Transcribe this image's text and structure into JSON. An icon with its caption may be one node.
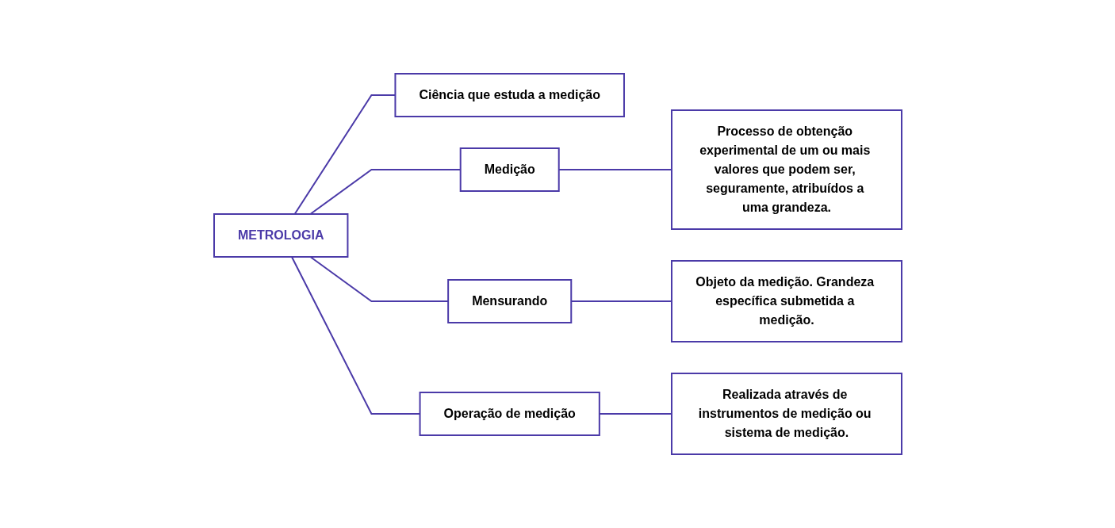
{
  "diagram": {
    "nodes": [
      {
        "text": [
          "METROLOGIA"
        ]
      },
      {
        "text": [
          "Ciência que estuda a medição"
        ]
      },
      {
        "text": [
          "Medição"
        ]
      },
      {
        "text": [
          "Mensurando"
        ]
      },
      {
        "text": [
          "Operação de medição"
        ]
      },
      {
        "text": [
          "Processo de obtenção experimental de um ou mais valores que podem ser, seguramente, atribuídos a uma grandeza."
        ]
      },
      {
        "text": [
          "Objeto da medição. Grandeza específica submetida a medição."
        ]
      },
      {
        "text": [
          "Realizada através de instrumentos de medição ou sistema de medição."
        ]
      }
    ],
    "edges": [
      {
        "from": 0,
        "to": 1,
        "arrow": "none"
      },
      {
        "from": 0,
        "to": 2,
        "arrow": "none"
      },
      {
        "from": 0,
        "to": 3,
        "arrow": "none"
      },
      {
        "from": 0,
        "to": 4,
        "arrow": "none"
      },
      {
        "from": 2,
        "to": 5,
        "arrow": "none"
      },
      {
        "from": 3,
        "to": 6,
        "arrow": "none"
      },
      {
        "from": 4,
        "to": 7,
        "arrow": "none"
      }
    ]
  }
}
